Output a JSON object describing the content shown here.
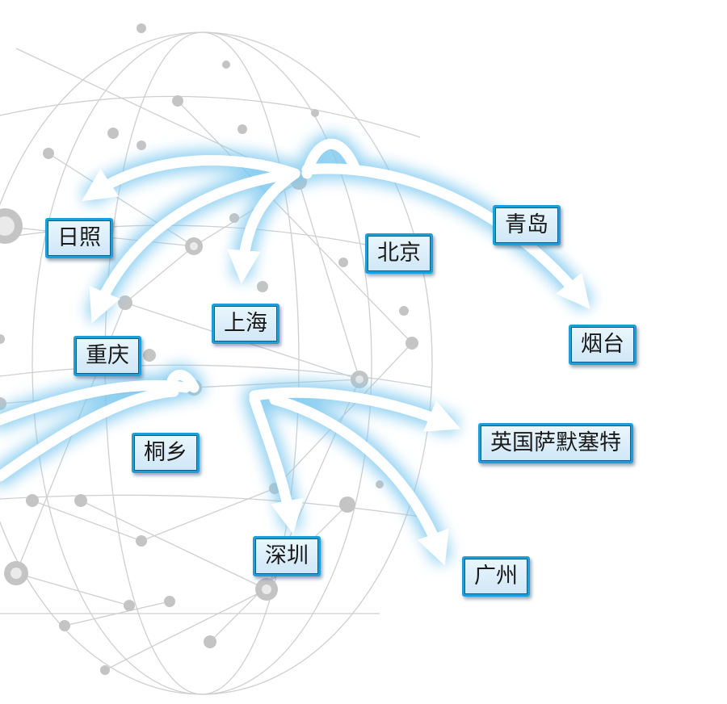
{
  "cities": {
    "rizhao": "日照",
    "qingdao": "青岛",
    "beijing": "北京",
    "shanghai": "上海",
    "yantai": "烟台",
    "chongqing": "重庆",
    "tongxiang": "桐乡",
    "sommerset": "英国萨默塞特",
    "shenzhen": "深圳",
    "guangzhou": "广州"
  },
  "colors": {
    "network_line": "#c9c9c9",
    "network_node": "#b5b5b5",
    "arrow_fill": "#ffffff",
    "arrow_glow": "#7cc8ef",
    "label_border": "#1c9fd9",
    "label_bg": "#dcedf8"
  }
}
